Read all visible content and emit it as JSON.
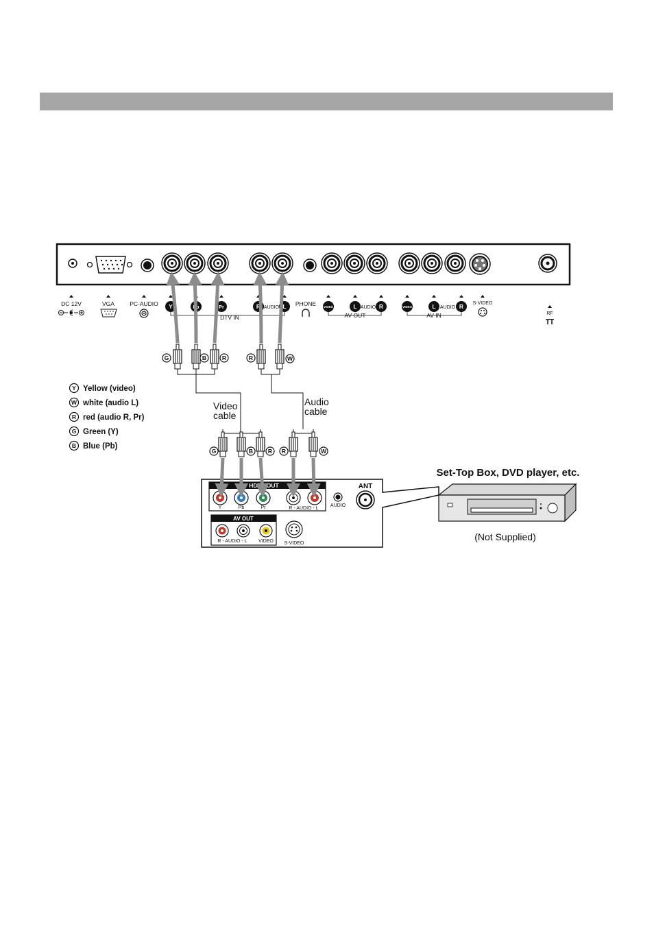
{
  "tv_panel": {
    "labels": {
      "dc12v": "DC 12V",
      "vga": "VGA",
      "pc_audio": "PC-AUDIO",
      "y": "Y",
      "pb": "Pb",
      "pr": "Pr",
      "dtv_in": "DTV IN",
      "r": "R",
      "audio": "AUDIO",
      "l": "L",
      "phone": "PHONE",
      "video": "VIDEO",
      "av_out": "AV OUT",
      "av_in": "AV IN",
      "s_video": "S-VIDEO",
      "rf": "RF"
    }
  },
  "plugs": {
    "g": "G",
    "b": "B",
    "r": "R",
    "w": "W"
  },
  "legend": [
    {
      "letter": "Y",
      "text": "Yellow (video)"
    },
    {
      "letter": "W",
      "text": "white (audio L)"
    },
    {
      "letter": "R",
      "text": "red (audio R, Pr)"
    },
    {
      "letter": "G",
      "text": "Green (Y)"
    },
    {
      "letter": "B",
      "text": "Blue (Pb)"
    }
  ],
  "cables": {
    "video_line1": "Video",
    "video_line2": "cable",
    "audio_line1": "Audio",
    "audio_line2": "cable"
  },
  "device_panel": {
    "hdtv_out": "HDTV OUT",
    "y": "Y",
    "pb": "Pb",
    "pr": "Pr",
    "r_audio_l": "R - AUDIO - L",
    "audio": "AUDIO",
    "ant": "ANT",
    "av_out": "AV OUT",
    "video": "VIDEO",
    "s_video": "S-VIDEO"
  },
  "device": {
    "title": "Set-Top Box, DVD player, etc.",
    "caption": "(Not Supplied)"
  },
  "colors": {
    "header_bar": "#a6a6a6",
    "arrow": "#8c8c8c",
    "red_jack": "#c0392b",
    "blue_jack": "#2f7fc1",
    "green_jack": "#2e8b57",
    "yellow_jack": "#e8c80c"
  }
}
